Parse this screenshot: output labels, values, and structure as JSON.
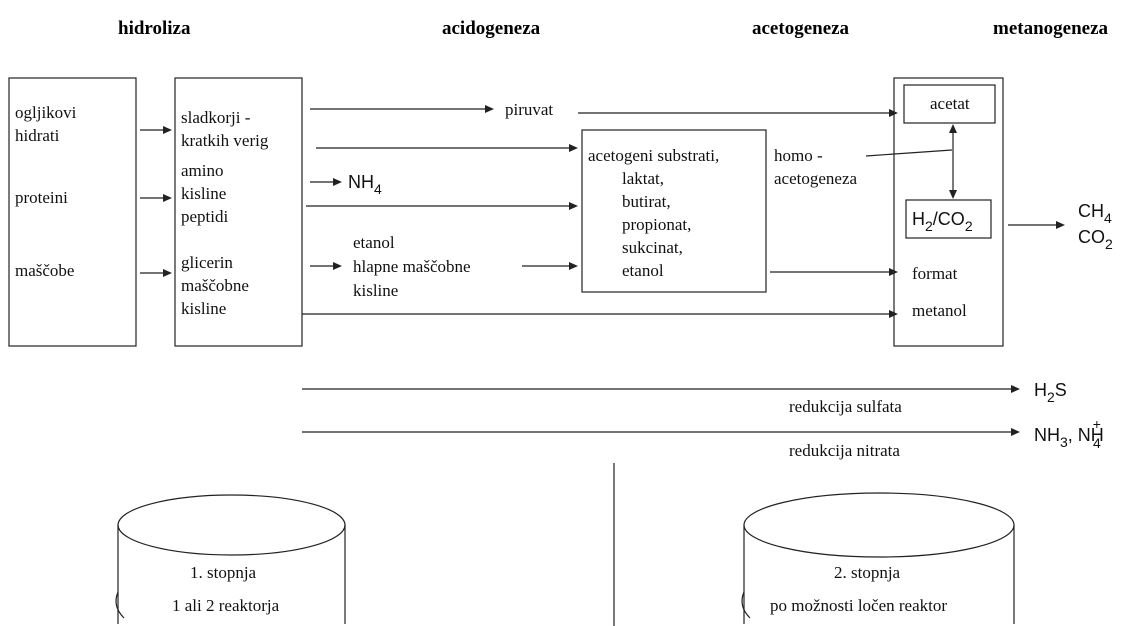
{
  "stages": [
    "hidroliza",
    "acidogeneza",
    "acetogeneza",
    "metanogeneza"
  ],
  "substrates": [
    "ogljikovi",
    "hidrati",
    "proteini",
    "maščobe"
  ],
  "hydrolysis_products": [
    "sladkorji  -",
    "kratkih verig",
    "amino",
    "kisline",
    "peptidi",
    "glicerin",
    "maščobne",
    "kisline"
  ],
  "acidogenesis": {
    "piruvat": "piruvat",
    "nh4": "NH",
    "nh4_sub": "4",
    "etanol": "etanol",
    "vfa_line1": "hlapne maščobne",
    "vfa_line2": "kisline"
  },
  "acetogenic_box": [
    "acetogeni substrati,",
    "laktat,",
    "butirat,",
    "propionat,",
    "sukcinat,",
    "etanol"
  ],
  "homoacetogenesis": [
    "homo -",
    "acetogeneza"
  ],
  "methanogenic": {
    "acetat": "acetat",
    "h2": "H",
    "h2_sub": "2",
    "co2_prefix": "/CO",
    "co2_sub": "2",
    "format": "format",
    "metanol": "metanol"
  },
  "outputs": {
    "ch4": "CH",
    "ch4_sub": "4",
    "co2": "CO",
    "co2_sub": "2",
    "h2s_h": "H",
    "h2s_sub": "2",
    "h2s_s": "S",
    "nh3": "NH",
    "nh3_sub": "3",
    "nh3_comma": ", NH",
    "nh4_sup": "+",
    "nh4_sub": "4"
  },
  "reductions": {
    "sulfate": "redukcija sulfata",
    "nitrate": "redukcija nitrata"
  },
  "reactors": {
    "stage1_line1": "1. stopnja",
    "stage1_line2": "1 ali 2 reaktorja",
    "stage2_line1": "2. stopnja",
    "stage2_line2": "po možnosti ločen reaktor"
  }
}
